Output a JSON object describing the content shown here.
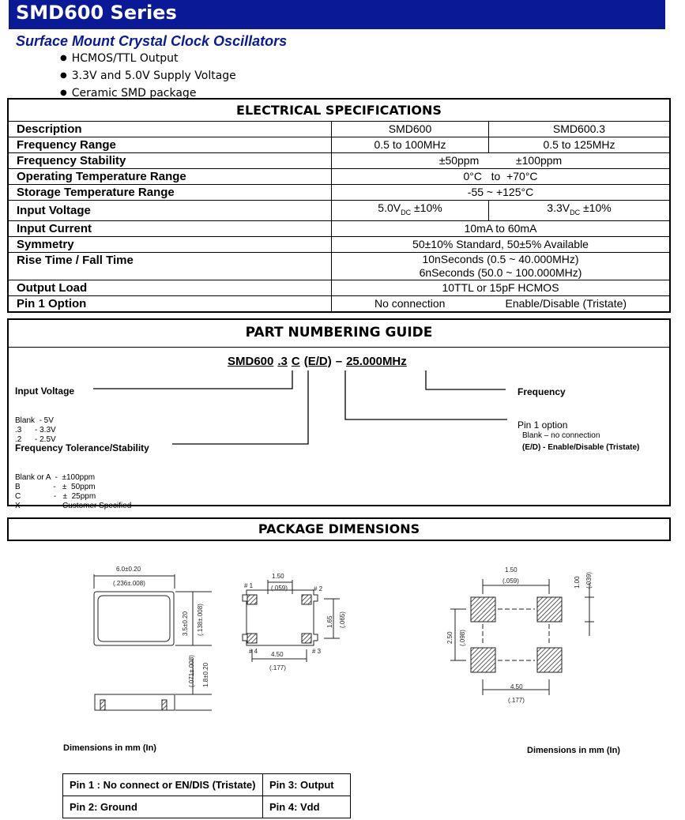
{
  "header": {
    "title": "SMD600  Series",
    "subtitle": "Surface Mount  Crystal Clock Oscillators"
  },
  "features": [
    "HCMOS/TTL Output",
    "3.3V and 5.0V Supply Voltage",
    "Ceramic SMD package"
  ],
  "electrical": {
    "title": "ELECTRICAL SPECIFICATIONS",
    "rows": [
      {
        "label": "Description",
        "a": "SMD600",
        "b": "SMD600.3"
      },
      {
        "label": "Frequency Range",
        "a": "0.5 to 100MHz",
        "b": "0.5 to 125MHz"
      },
      {
        "label": "Frequency Stability",
        "v": "±50ppm            ±100ppm"
      },
      {
        "label": "Operating Temperature Range",
        "v": "0°C   to  +70°C"
      },
      {
        "label": "Storage Temperature Range",
        "v": "-55 ~ +125°C"
      },
      {
        "label": "Input Voltage",
        "a": "5.0V",
        "a_sub": "DC",
        "a_tol": " ±10%",
        "b": "3.3V",
        "b_sub": "DC",
        "b_tol": " ±10%"
      },
      {
        "label": "Input Current",
        "v": "10mA to 60mA"
      },
      {
        "label": "Symmetry",
        "v": "50±10% Standard,  50±5% Available"
      },
      {
        "label": "Rise Time / Fall Time",
        "v1": "10nSeconds (0.5 ~ 40.000MHz)",
        "v2": "6nSeconds (50.0 ~ 100.000MHz)"
      },
      {
        "label": "Output Load",
        "v": "10TTL or 15pF HCMOS"
      },
      {
        "label": "Pin 1 Option",
        "v_left": "No connection",
        "v_right": "Enable/Disable (Tristate)"
      }
    ]
  },
  "part_numbering": {
    "title": "PART NUMBERING GUIDE",
    "code": [
      "SMD600",
      ".3",
      "C",
      "(E/D)",
      "–",
      "25.000MHz"
    ],
    "input_voltage": {
      "title": "Input Voltage",
      "lines": [
        "Blank  - 5V",
        ".3      - 3.3V",
        ".2      - 2.5V"
      ]
    },
    "tolerance": {
      "title": "Frequency Tolerance/Stability",
      "lines": [
        "Blank or A  -  ±100ppm",
        "B               -   ±  50ppm",
        "C               -   ±  25ppm",
        "X               -   Customer Specified"
      ]
    },
    "frequency": "Frequency",
    "pin1": {
      "title": "Pin 1 option",
      "line1": "Blank – no connection",
      "line2": "(E/D)  - Enable/Disable (Tristate)"
    }
  },
  "package": {
    "title": "PACKAGE DIMENSIONS",
    "dim_note_left": "Dimensions in mm (In)",
    "dim_note_right": "Dimensions in mm (In)",
    "dims": {
      "w": "6.0±0.20",
      "w_in": "(.236±.008)",
      "h": "3.5±0.20",
      "h_in": "(.138±.008)",
      "t": "1.8±0.20",
      "t_in": "(.071±.008)",
      "pad": "1.50",
      "pad_in": "(.059)",
      "pitch_v": "1.65",
      "pitch_v_in": "(.065)",
      "pitch_h": "4.50",
      "pitch_h_in": "(.177)",
      "fp_pad": "1.50",
      "fp_pad_in": "(.059)",
      "fp_pad_h": "1.00",
      "fp_pad_h_in": "(.039)",
      "fp_v": "2.50",
      "fp_v_in": "(.098)",
      "fp_h": "4.50",
      "fp_h_in": "(.177)",
      "pin_labels": [
        "# 1",
        "# 2",
        "# 3",
        "# 4"
      ]
    },
    "pins": [
      [
        "Pin 1 : No connect or EN/DIS (Tristate)",
        "Pin 3: Output"
      ],
      [
        "Pin 2: Ground",
        "Pin 4: Vdd"
      ]
    ]
  }
}
